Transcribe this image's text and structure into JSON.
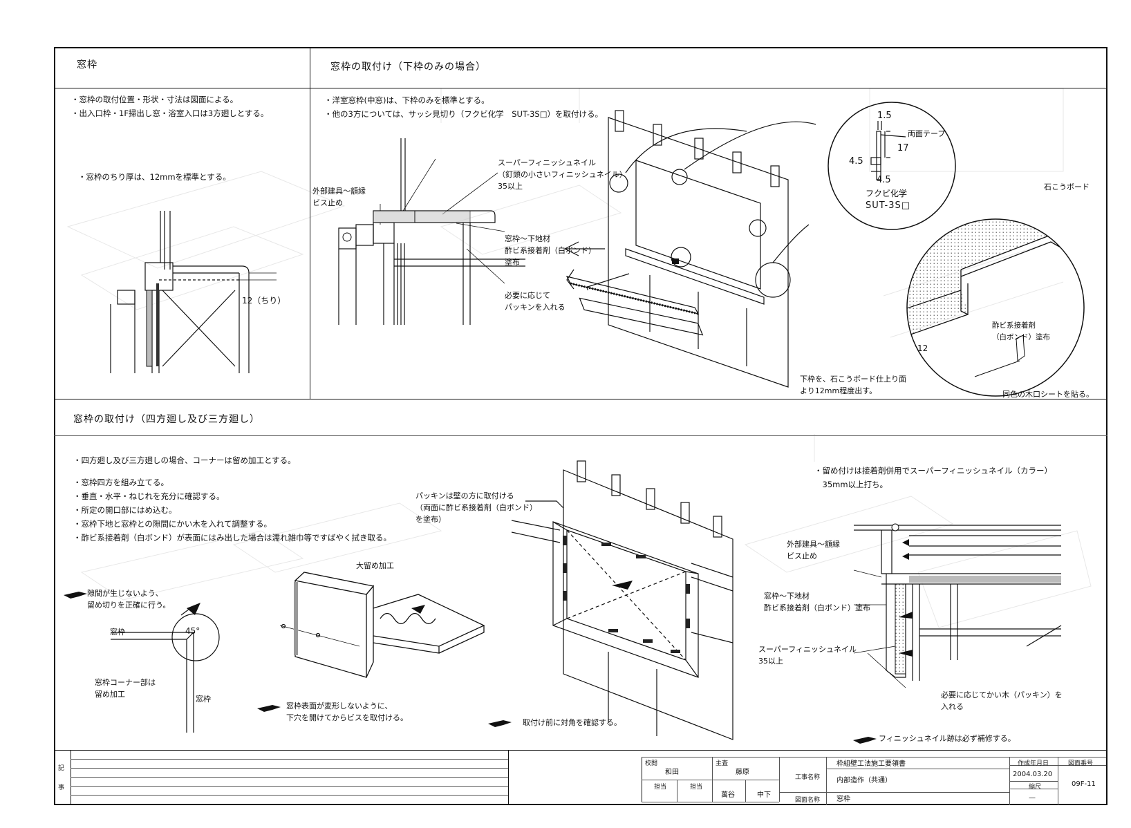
{
  "sections": {
    "s1_title": "窓枠",
    "s2_title": "窓枠の取付け（下枠のみの場合）",
    "s3_title": "窓枠の取付け（四方廻し及び三方廻し）"
  },
  "s1": {
    "notes": [
      "・窓枠の取付位置・形状・寸法は図面による。",
      "・出入口枠・1F掃出し窓・浴室入口は3方廻しとする。"
    ],
    "note3": "・窓枠のちり厚は、12mmを標準とする。",
    "dim_label": "12（ちり）"
  },
  "s2": {
    "notes": [
      "・洋室窓枠(中窓)は、下枠のみを標準とする。",
      "・他の3方については、サッシ見切り（フクビ化学　SUT-3S□）を取付ける。"
    ],
    "labels": {
      "nail": [
        "スーパーフィニッシュネイル",
        "（釘頭の小さいフィニッシュネイル）",
        "35以上"
      ],
      "ext": [
        "外部建具～額縁",
        "ビス止め"
      ],
      "base": [
        "窓枠～下地材",
        "酢ビ系接着剤（白ボンド）",
        "塗布"
      ],
      "packing": [
        "必要に応じて",
        "パッキンを入れる"
      ]
    },
    "detail": {
      "dim_a": "1.5",
      "dim_b": "17",
      "dim_c": "4.5",
      "dim_d": "4.5",
      "tape": "両面テープ",
      "maker": "フクビ化学",
      "product": "SUT-3S□"
    },
    "board": "石こうボード",
    "adhesive": [
      "酢ビ系接着剤",
      "（白ボンド）塗布"
    ],
    "dim_12": "12",
    "bottom_note": [
      "下枠を、石こうボード仕上り面",
      "より12mm程度出す。"
    ],
    "sheet_note": "同色の木口シートを貼る。"
  },
  "s3": {
    "notes": [
      "・四方廻し及び三方廻しの場合、コーナーは留め加工とする。",
      "・窓枠四方を組み立てる。",
      "・垂直・水平・ねじれを充分に確認する。",
      "・所定の開口部にはめ込む。",
      "・窓枠下地と窓枠との隙間にかい木を入れて調整する。",
      "・酢ビ系接着剤（白ボンド）が表面にはみ出した場合は濡れ雑巾等ですばやく拭き取る。"
    ],
    "gap_note": [
      "隙間が生じないよう、",
      "留め切りを正確に行う。"
    ],
    "frame_label": "窓枠",
    "angle": "45°",
    "corner": [
      "窓枠コーナー部は",
      "留め加工"
    ],
    "frame_label2": "窓枠",
    "miter": "大留め加工",
    "surface_note": [
      "窓枠表面が変形しないように、",
      "下穴を開けてからビスを取付ける。"
    ],
    "packing_note": [
      "パッキンは壁の方に取付ける",
      "（両面に酢ビ系接着剤（白ボンド）",
      "を塗布）"
    ],
    "diag_note": "取付け前に対角を確認する。",
    "fix_note": [
      "・留め付けは接着剤併用でスーパーフィニッシュネイル（カラー）",
      "　35mm以上打ち。"
    ],
    "ext": [
      "外部建具～額縁",
      "ビス止め"
    ],
    "base": [
      "窓枠～下地材",
      "酢ビ系接着剤（白ボンド）塗布"
    ],
    "nail": [
      "スーパーフィニッシュネイル",
      "35以上"
    ],
    "packing": [
      "必要に応じてかい木（パッキン）を",
      "入れる"
    ],
    "repair": "フィニッシュネイル跡は必ず補修する。"
  },
  "titleblock": {
    "remarks": [
      "記",
      "事"
    ],
    "role1": "校閲",
    "name1": "和田",
    "role2": "主査",
    "name2": "藤原",
    "role3": "担当",
    "role4": "担当",
    "name3": "萬谷",
    "name4": "中下",
    "work_label": "工事名称",
    "work_name": "枠組壁工法施工要領書",
    "sub_name": "内部造作（共通）",
    "drawing_label": "図面名称",
    "drawing_name": "窓枠",
    "date_label": "作成年月日",
    "date": "2004.03.20",
    "scale_label": "縮尺",
    "scale": "—",
    "no_label": "図面番号",
    "no": "09F-11"
  }
}
